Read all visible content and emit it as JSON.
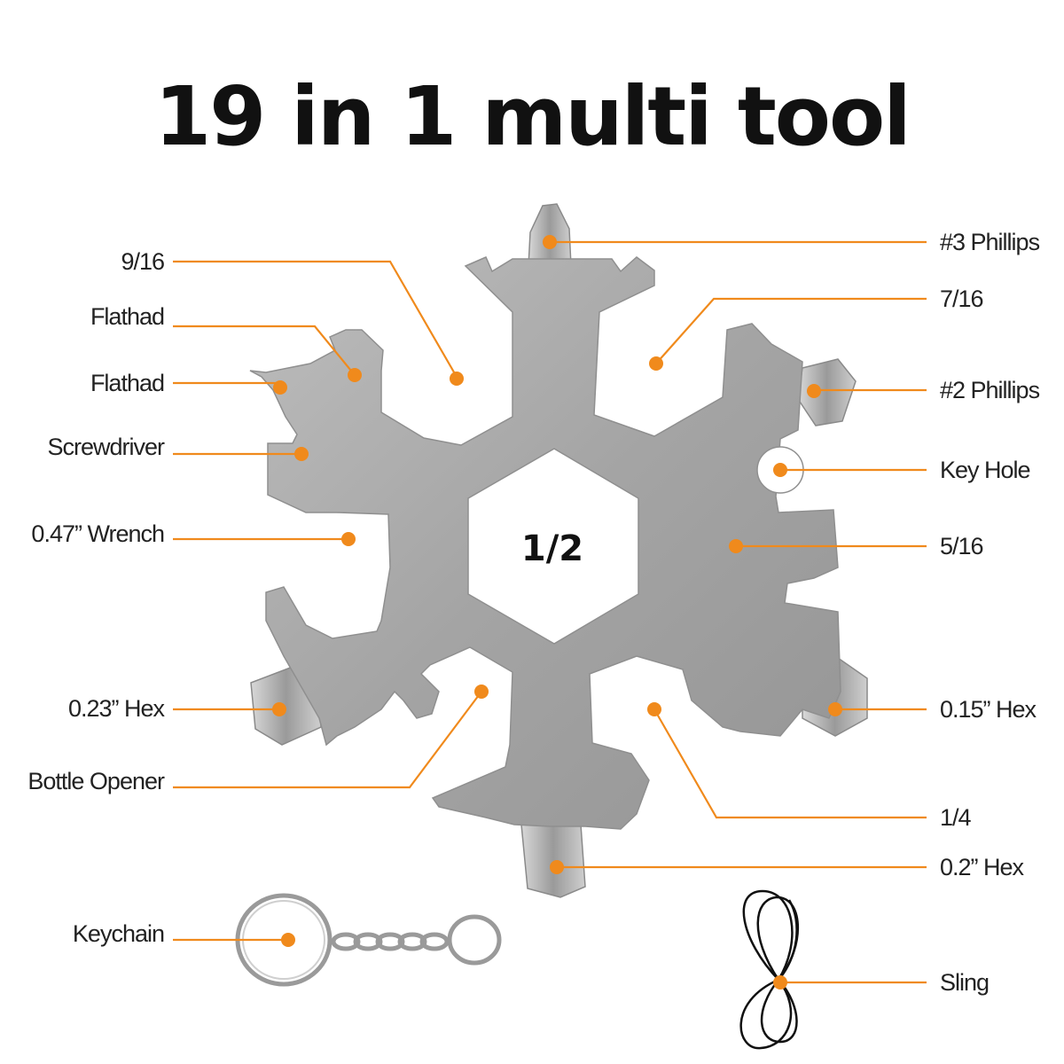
{
  "title": "19 in 1 multi tool",
  "center_label": "1/2",
  "accent_color": "#f08a1c",
  "tool_color": "#a9a9a9",
  "labels": {
    "phillips3": "#3 Phillips",
    "nine16": "9/16",
    "seven16": "7/16",
    "flathead1": "Flathad",
    "flathead2": "Flathad",
    "phillips2": "#2 Phillips",
    "screwdriver": "Screwdriver",
    "keyhole": "Key Hole",
    "wrench047": "0.47” Wrench",
    "five16": "5/16",
    "hex023": "0.23” Hex",
    "hex015": "0.15” Hex",
    "bottle": "Bottle Opener",
    "quarter": "1/4",
    "hex02": "0.2” Hex",
    "keychain": "Keychain",
    "sling": "Sling"
  }
}
